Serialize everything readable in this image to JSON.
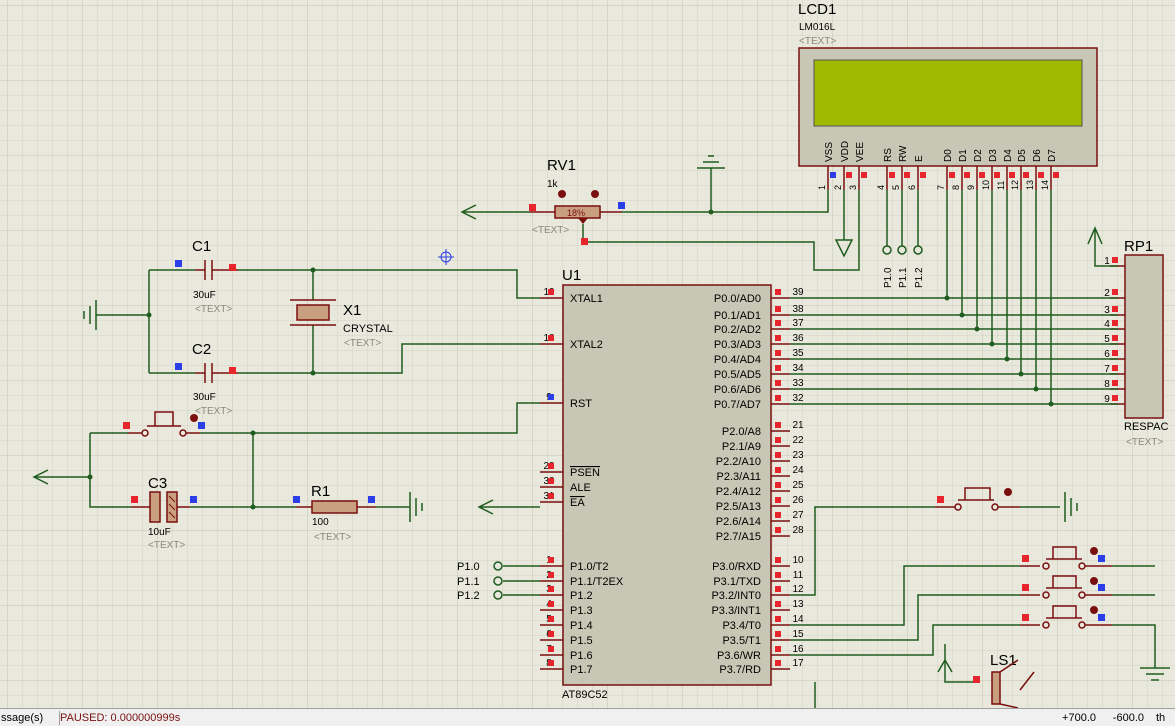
{
  "components": {
    "lcd": {
      "ref": "LCD1",
      "part": "LM016L",
      "text": "<TEXT>",
      "pin_names": [
        "VSS",
        "VDD",
        "VEE",
        "RS",
        "RW",
        "E",
        "D0",
        "D1",
        "D2",
        "D3",
        "D4",
        "D5",
        "D6",
        "D7"
      ],
      "pin_numbers": [
        "1",
        "2",
        "3",
        "4",
        "5",
        "6",
        "7",
        "8",
        "9",
        "10",
        "11",
        "12",
        "13",
        "14"
      ]
    },
    "rv1": {
      "ref": "RV1",
      "value": "1k",
      "percent": "18%",
      "text": "<TEXT>"
    },
    "c1": {
      "ref": "C1",
      "value": "30uF",
      "text": "<TEXT>"
    },
    "c2": {
      "ref": "C2",
      "value": "30uF",
      "text": "<TEXT>"
    },
    "c3": {
      "ref": "C3",
      "value": "10uF",
      "text": "<TEXT>"
    },
    "x1": {
      "ref": "X1",
      "value": "CRYSTAL",
      "text": "<TEXT>"
    },
    "r1": {
      "ref": "R1",
      "value": "100",
      "text": "<TEXT>"
    },
    "rp1": {
      "ref": "RP1",
      "value": "RESPAC",
      "text": "<TEXT>",
      "pins": [
        "1",
        "2",
        "3",
        "4",
        "5",
        "6",
        "7",
        "8",
        "9"
      ]
    },
    "ls1": {
      "ref": "LS1"
    },
    "u1": {
      "ref": "U1",
      "part": "AT89C52",
      "left_pins": [
        {
          "num": "19",
          "name": "XTAL1"
        },
        {
          "num": "18",
          "name": "XTAL2"
        },
        {
          "num": "9",
          "name": "RST"
        },
        {
          "num": "29",
          "name": "PSEN"
        },
        {
          "num": "30",
          "name": "ALE"
        },
        {
          "num": "31",
          "name": "EA"
        },
        {
          "num": "1",
          "name": "P1.0/T2"
        },
        {
          "num": "2",
          "name": "P1.1/T2EX"
        },
        {
          "num": "3",
          "name": "P1.2"
        },
        {
          "num": "4",
          "name": "P1.3"
        },
        {
          "num": "5",
          "name": "P1.4"
        },
        {
          "num": "6",
          "name": "P1.5"
        },
        {
          "num": "7",
          "name": "P1.6"
        },
        {
          "num": "8",
          "name": "P1.7"
        }
      ],
      "right_pins": [
        {
          "num": "39",
          "name": "P0.0/AD0"
        },
        {
          "num": "38",
          "name": "P0.1/AD1"
        },
        {
          "num": "37",
          "name": "P0.2/AD2"
        },
        {
          "num": "36",
          "name": "P0.3/AD3"
        },
        {
          "num": "35",
          "name": "P0.4/AD4"
        },
        {
          "num": "34",
          "name": "P0.5/AD5"
        },
        {
          "num": "33",
          "name": "P0.6/AD6"
        },
        {
          "num": "32",
          "name": "P0.7/AD7"
        },
        {
          "num": "21",
          "name": "P2.0/A8"
        },
        {
          "num": "22",
          "name": "P2.1/A9"
        },
        {
          "num": "23",
          "name": "P2.2/A10"
        },
        {
          "num": "24",
          "name": "P2.3/A11"
        },
        {
          "num": "25",
          "name": "P2.4/A12"
        },
        {
          "num": "26",
          "name": "P2.5/A13"
        },
        {
          "num": "27",
          "name": "P2.6/A14"
        },
        {
          "num": "28",
          "name": "P2.7/A15"
        },
        {
          "num": "10",
          "name": "P3.0/RXD"
        },
        {
          "num": "11",
          "name": "P3.1/TXD"
        },
        {
          "num": "12",
          "name": "P3.2/INT0"
        },
        {
          "num": "13",
          "name": "P3.3/INT1"
        },
        {
          "num": "14",
          "name": "P3.4/T0"
        },
        {
          "num": "15",
          "name": "P3.5/T1"
        },
        {
          "num": "16",
          "name": "P3.6/WR"
        },
        {
          "num": "17",
          "name": "P3.7/RD"
        }
      ]
    },
    "p1_terminals_left": [
      "P1.0",
      "P1.1",
      "P1.2"
    ],
    "p1_terminals_top": [
      "P1.0",
      "P1.1",
      "P1.2"
    ]
  },
  "status": {
    "messages": "ssage(s)",
    "paused": "PAUSED: 0.000000999s",
    "x": "+700.0",
    "y": "-600.0",
    "unit": "th"
  },
  "colors": {
    "background": "#e9e8dc",
    "grid": "#cfcdbe",
    "wire": "#1f5c1f",
    "device": "#7a0f0f",
    "lcd_screen": "#9fb800",
    "body": "#c8c6b4",
    "pin_red": "#e8242c",
    "pin_blue": "#2b3ee8"
  }
}
